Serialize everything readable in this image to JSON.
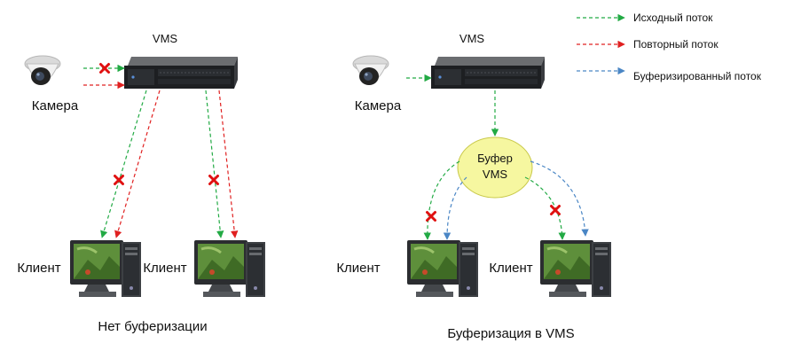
{
  "colors": {
    "source": "#22aa44",
    "repeat": "#e02020",
    "buffered": "#4a86c5",
    "cross": "#e01010",
    "buffer_fill": "#f6f7a0",
    "buffer_stroke": "#c9c94a"
  },
  "legend": {
    "source": "Исходный поток",
    "repeat": "Повторный поток",
    "buffered": "Буферизированный поток"
  },
  "left": {
    "vms_label": "VMS",
    "camera_label": "Камера",
    "client1_label": "Клиент",
    "client2_label": "Клиент",
    "caption": "Нет буферизации"
  },
  "right": {
    "vms_label": "VMS",
    "camera_label": "Камера",
    "buffer_line1": "Буфер",
    "buffer_line2": "VMS",
    "client1_label": "Клиент",
    "client2_label": "Клиент",
    "caption": "Буферизация в VMS"
  }
}
